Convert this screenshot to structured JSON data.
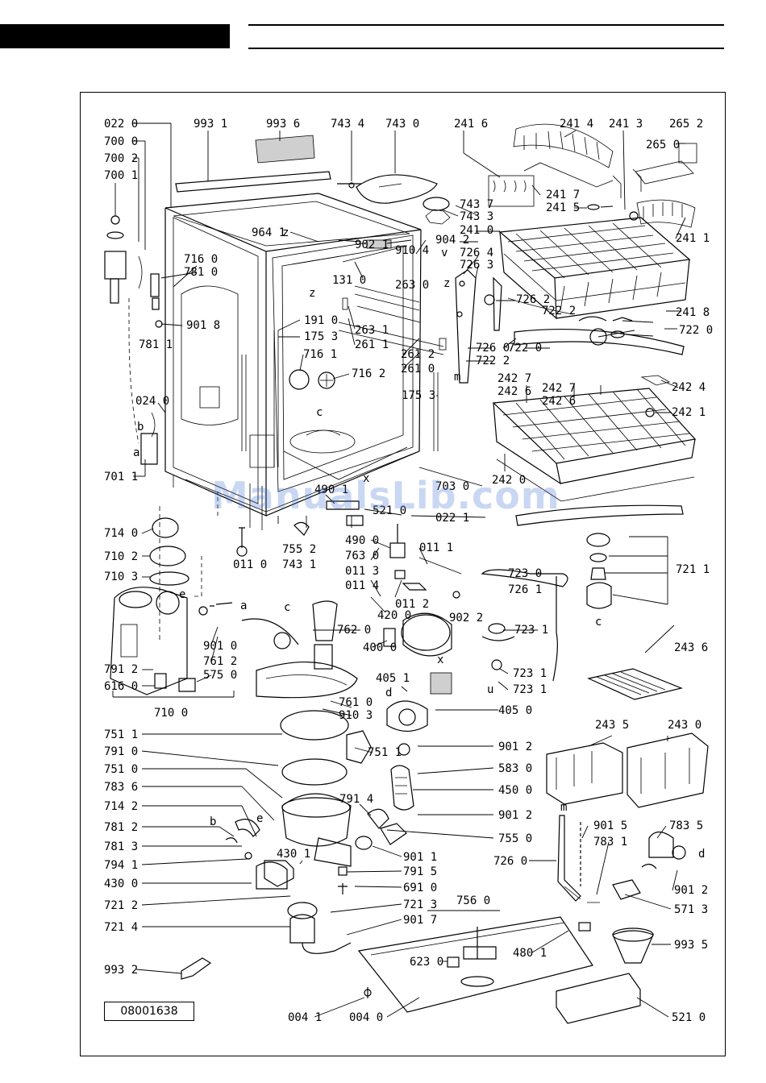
{
  "watermark": "ManualsLib.com",
  "document_number": "08001638",
  "part_labels": {
    "p0220": "022 0",
    "p7000": "700 0",
    "p7002": "700 2",
    "p7001": "700 1",
    "p9931": "993 1",
    "p9936": "993 6",
    "p7434": "743 4",
    "p7430": "743 0",
    "p2416": "241 6",
    "p2414": "241 4",
    "p2413": "241 3",
    "p2652": "265 2",
    "p2650": "265 0",
    "p7437": "743 7",
    "p7433": "743 3",
    "p2410": "241 0",
    "p9042": "904 2",
    "p7264": "726 4",
    "p7263": "726 3",
    "p2417": "241 7",
    "p2415": "241 5",
    "p2411": "241 1",
    "p9641": "964 1",
    "p9021": "902 1",
    "p9104": "910 4",
    "p2630": "263 0",
    "p1310": "131 0",
    "p7262": "726 2",
    "p7160": "716 0",
    "p7810": "781 0",
    "p7222": "722 2",
    "p2418": "241 8",
    "p7220": "722 0",
    "p7811": "781 1",
    "p9018": "901 8",
    "p1910": "191 0",
    "p1753": "175 3",
    "p2631": "263 1",
    "p2611": "261 1",
    "p7161": "716 1",
    "p2612": "261 2",
    "p2610": "261 0",
    "p7260": "726 0",
    "p7222b": "722 2",
    "p2427": "242 7",
    "p2426": "242 6",
    "p2424": "242 4",
    "p2421": "242 1",
    "p7162": "716 2",
    "p0240": "024 0",
    "p7011": "701 1",
    "p2420": "242 0",
    "p7030": "703 0",
    "p0221": "022 1",
    "p4901": "490 1",
    "p5210top": "521 0",
    "p7140": "714 0",
    "p7102": "710 2",
    "p7103": "710 3",
    "p0110": "011 0",
    "p7552": "755 2",
    "p7431": "743 1",
    "p4900": "490 0",
    "p7630": "763 0",
    "p0113": "011 3",
    "p0114": "011 4",
    "p0111": "011 1",
    "p0112": "011 2",
    "p7211": "721 1",
    "p7230": "723 0",
    "p7261": "726 1",
    "p9010": "901 0",
    "p7612": "761 2",
    "p7620": "762 0",
    "p4200": "420 0",
    "p4000": "400 0",
    "p9022": "902 2",
    "p7231": "723 1",
    "p7912": "791 2",
    "p6160": "616 0",
    "p5750": "575 0",
    "p4051": "405 1",
    "p7231b": "723 1",
    "p7231c": "723 1",
    "p2436": "243 6",
    "p7100": "710 0",
    "p7610": "761 0",
    "p9103": "910 3",
    "p4050": "405 0",
    "p7511": "751 1",
    "p7511b": "751 1",
    "p9012": "901 2",
    "p7910": "791 0",
    "p5830": "583 0",
    "p7510": "751 0",
    "p4500": "450 0",
    "p2435": "243 5",
    "p2430": "243 0",
    "p7836": "783 6",
    "p7914": "791 4",
    "p9012b": "901 2",
    "p7142": "714 2",
    "p7550": "755 0",
    "p7812": "781 2",
    "p7813": "781 3",
    "p4301": "430 1",
    "p9011": "901 1",
    "p7941": "794 1",
    "p7915": "791 5",
    "p4300": "430 0",
    "p6910": "691 0",
    "p7212": "721 2",
    "p7213": "721 3",
    "p7214": "721 4",
    "p9017": "901 7",
    "p7560": "756 0",
    "p9015": "901 5",
    "p7835": "783 5",
    "p7831": "783 1",
    "p9012c": "901 2",
    "p5713": "571 3",
    "p9935": "993 5",
    "p4801": "480 1",
    "p6230": "623 0",
    "p9932": "993 2",
    "p0041": "004 1",
    "p0040": "004 0",
    "p5210": "521 0"
  },
  "markers": {
    "a": "a",
    "b": "b",
    "c": "c",
    "d": "d",
    "e": "e",
    "m": "m",
    "u": "u",
    "v": "v",
    "x": "x",
    "z": "z"
  }
}
